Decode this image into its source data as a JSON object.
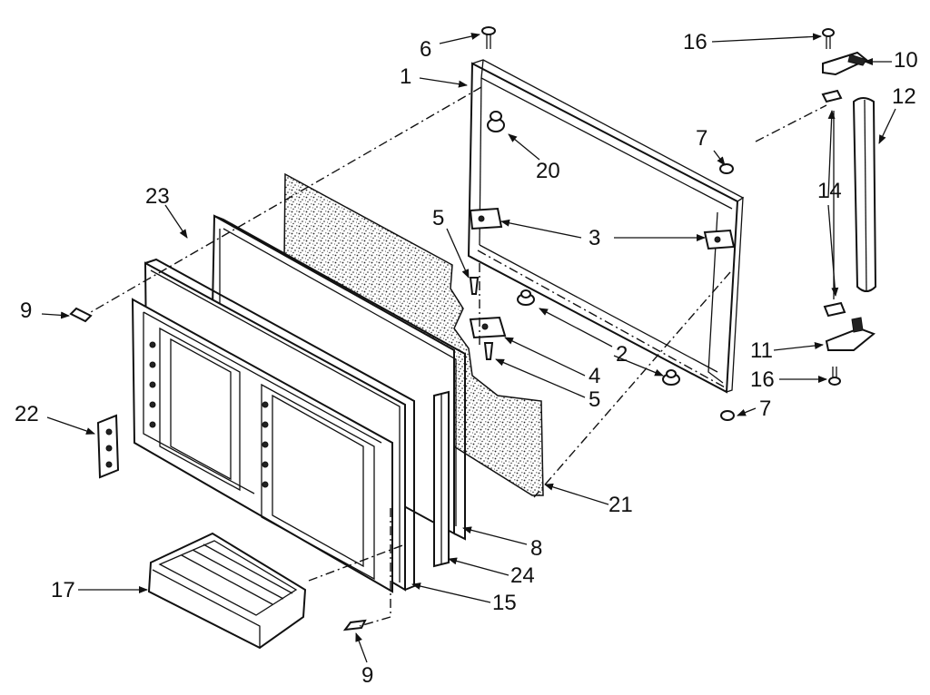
{
  "diagram": {
    "labels": [
      {
        "id": "l1",
        "text": "1"
      },
      {
        "id": "l2",
        "text": "2"
      },
      {
        "id": "l3",
        "text": "3"
      },
      {
        "id": "l4",
        "text": "4"
      },
      {
        "id": "l5a",
        "text": "5"
      },
      {
        "id": "l5b",
        "text": "5"
      },
      {
        "id": "l6",
        "text": "6"
      },
      {
        "id": "l7a",
        "text": "7"
      },
      {
        "id": "l7b",
        "text": "7"
      },
      {
        "id": "l8",
        "text": "8"
      },
      {
        "id": "l9a",
        "text": "9"
      },
      {
        "id": "l9b",
        "text": "9"
      },
      {
        "id": "l10",
        "text": "10"
      },
      {
        "id": "l11",
        "text": "11"
      },
      {
        "id": "l12",
        "text": "12"
      },
      {
        "id": "l14",
        "text": "14"
      },
      {
        "id": "l15",
        "text": "15"
      },
      {
        "id": "l16a",
        "text": "16"
      },
      {
        "id": "l16b",
        "text": "16"
      },
      {
        "id": "l17",
        "text": "17"
      },
      {
        "id": "l20",
        "text": "20"
      },
      {
        "id": "l21",
        "text": "21"
      },
      {
        "id": "l22",
        "text": "22"
      },
      {
        "id": "l23",
        "text": "23"
      },
      {
        "id": "l24",
        "text": "24"
      }
    ]
  }
}
